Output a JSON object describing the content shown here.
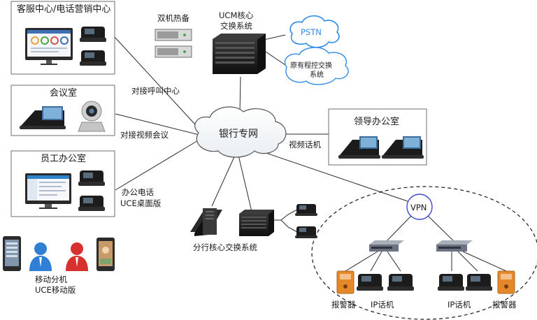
{
  "nodes": {
    "call_center": "客服中心/电话营销中心",
    "hot_standby": "双机热备",
    "ucm_line1": "UCM核心",
    "ucm_line2": "交换系统",
    "pstn": "PSTN",
    "pbx_line1": "原有程控交换",
    "pbx_line2": "系统",
    "meeting_room": "会议室",
    "bank_network": "银行专网",
    "leader_office": "领导办公室",
    "staff_office": "员工办公室",
    "branch_switch": "分行核心交换系统",
    "vpn": "VPN",
    "alarm_left": "报警器",
    "ip_phone_left": "IP话机",
    "ip_phone_right": "IP话机",
    "alarm_right": "报警器",
    "mobile_line1": "移动分机",
    "mobile_line2": "UCE移动版"
  },
  "links": {
    "call_center": "对接呼叫中心",
    "video_conf": "对接视频会议",
    "video_phone": "视频话机",
    "office_phone": "办公电话",
    "uce_desktop": "UCE桌面版"
  },
  "colors": {
    "line": "#2b2b2b",
    "box_border": "#6e6e6e",
    "pstn_cloud": "#2f8be6",
    "vpn_circle": "#3c46d8",
    "alarm_orange": "#e3892c"
  }
}
